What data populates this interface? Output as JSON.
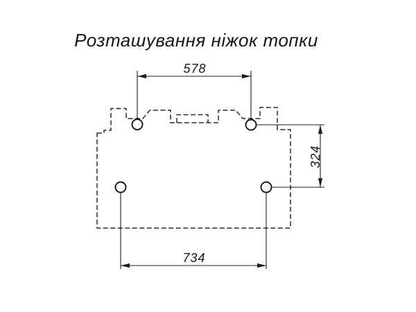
{
  "title": "Розташування ніжок топки",
  "dimensions": {
    "top_width": "578",
    "right_height": "324",
    "bottom_width": "734"
  },
  "colors": {
    "line": "#2a2a2a",
    "dimension_line": "#1c1c1c",
    "background": "#ffffff",
    "text": "#161616"
  }
}
